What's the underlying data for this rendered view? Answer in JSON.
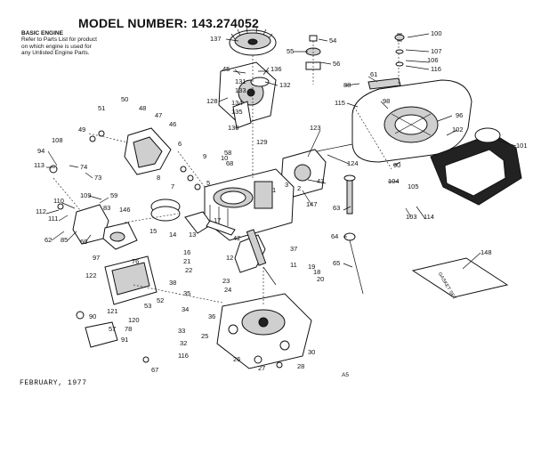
{
  "header": {
    "title": "MODEL NUMBER:  143.274052",
    "subtitle_heading": "BASIC ENGINE",
    "subtitle_lines": [
      "Refer to Parts List for product",
      "on which engine is used for",
      "any Unlisted Engine Parts."
    ]
  },
  "footer": {
    "date": "FEBRUARY, 1977",
    "mark": "A5"
  },
  "gasket_kit_label": "GASKET SET",
  "callouts": [
    "100",
    "107",
    "106",
    "116",
    "54",
    "55",
    "56",
    "137",
    "45",
    "136",
    "131",
    "132",
    "128",
    "133",
    "134",
    "135",
    "130",
    "129",
    "50",
    "51",
    "48",
    "47",
    "46",
    "49",
    "96",
    "108",
    "88",
    "61",
    "115",
    "98",
    "102",
    "101",
    "123",
    "124",
    "90",
    "104",
    "105",
    "94",
    "113",
    "74",
    "73",
    "43",
    "6",
    "9",
    "10",
    "8",
    "58",
    "7",
    "68",
    "2",
    "3",
    "1",
    "147",
    "109",
    "59",
    "110",
    "112",
    "111",
    "62",
    "85",
    "60",
    "83",
    "146",
    "15",
    "14",
    "13",
    "12",
    "11",
    "17",
    "42",
    "37",
    "38",
    "16",
    "36",
    "19",
    "18",
    "20",
    "21",
    "22",
    "23",
    "24",
    "76",
    "122",
    "121",
    "120",
    "91",
    "57",
    "78",
    "53",
    "52",
    "35",
    "34",
    "33",
    "25",
    "32",
    "116",
    "26",
    "27",
    "28",
    "30",
    "63",
    "64",
    "65",
    "67",
    "97",
    "148",
    "90",
    "114",
    "103",
    "5"
  ]
}
